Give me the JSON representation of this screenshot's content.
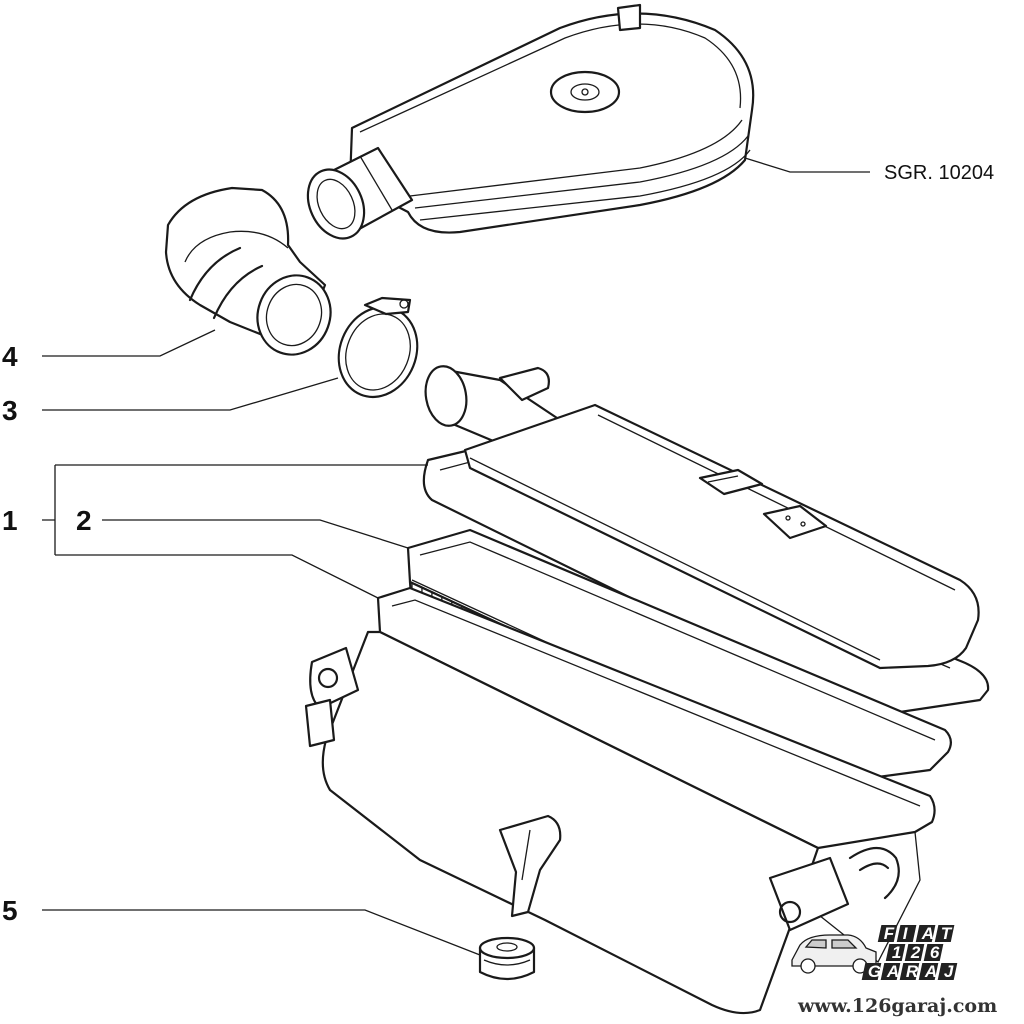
{
  "diagram": {
    "reference_code": "SGR. 10204",
    "callouts": [
      {
        "id": "1",
        "label": "1"
      },
      {
        "id": "2",
        "label": "2"
      },
      {
        "id": "3",
        "label": "3"
      },
      {
        "id": "4",
        "label": "4"
      },
      {
        "id": "5",
        "label": "5"
      }
    ]
  },
  "watermark": {
    "row1": [
      "F",
      "I",
      "A",
      "T"
    ],
    "row2": [
      "1",
      "2",
      "6"
    ],
    "row3": [
      "G",
      "A",
      "R",
      "A",
      "J"
    ],
    "url": "www.126garaj.com",
    "icon": "car-icon"
  }
}
